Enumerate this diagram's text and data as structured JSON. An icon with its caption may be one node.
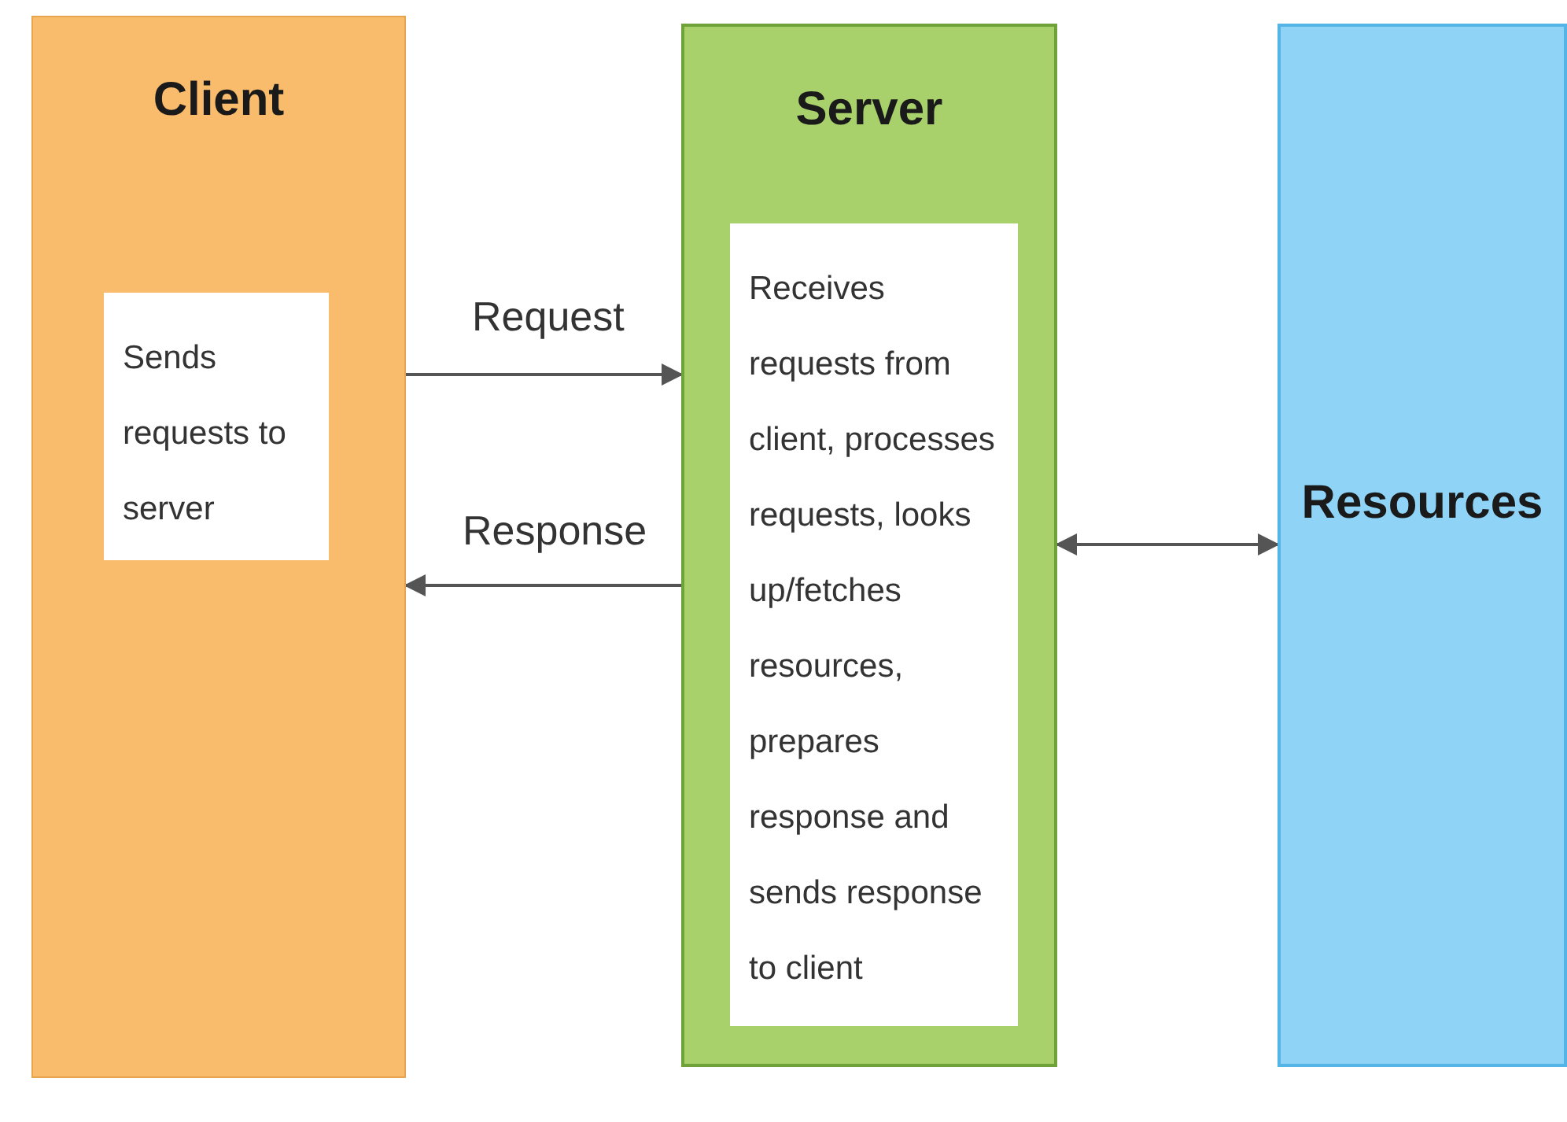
{
  "diagram": {
    "nodes": [
      {
        "text": [
          "Client"
        ]
      },
      {
        "text": [
          "Sends requests to server"
        ],
        "in": 0
      },
      {
        "text": [
          "Server"
        ]
      },
      {
        "text": [
          "Receives requests from client, processes requests, looks up/fetches resources, prepares response and sends response to client"
        ],
        "in": 2
      },
      {
        "text": [
          "Resources"
        ]
      }
    ],
    "edges": [
      {
        "from": 0,
        "to": 2,
        "arrow": "to",
        "label": "Request"
      },
      {
        "from": 2,
        "to": 0,
        "arrow": "to",
        "label": "Response"
      },
      {
        "from": 2,
        "to": 4,
        "arrow": "both"
      }
    ]
  }
}
